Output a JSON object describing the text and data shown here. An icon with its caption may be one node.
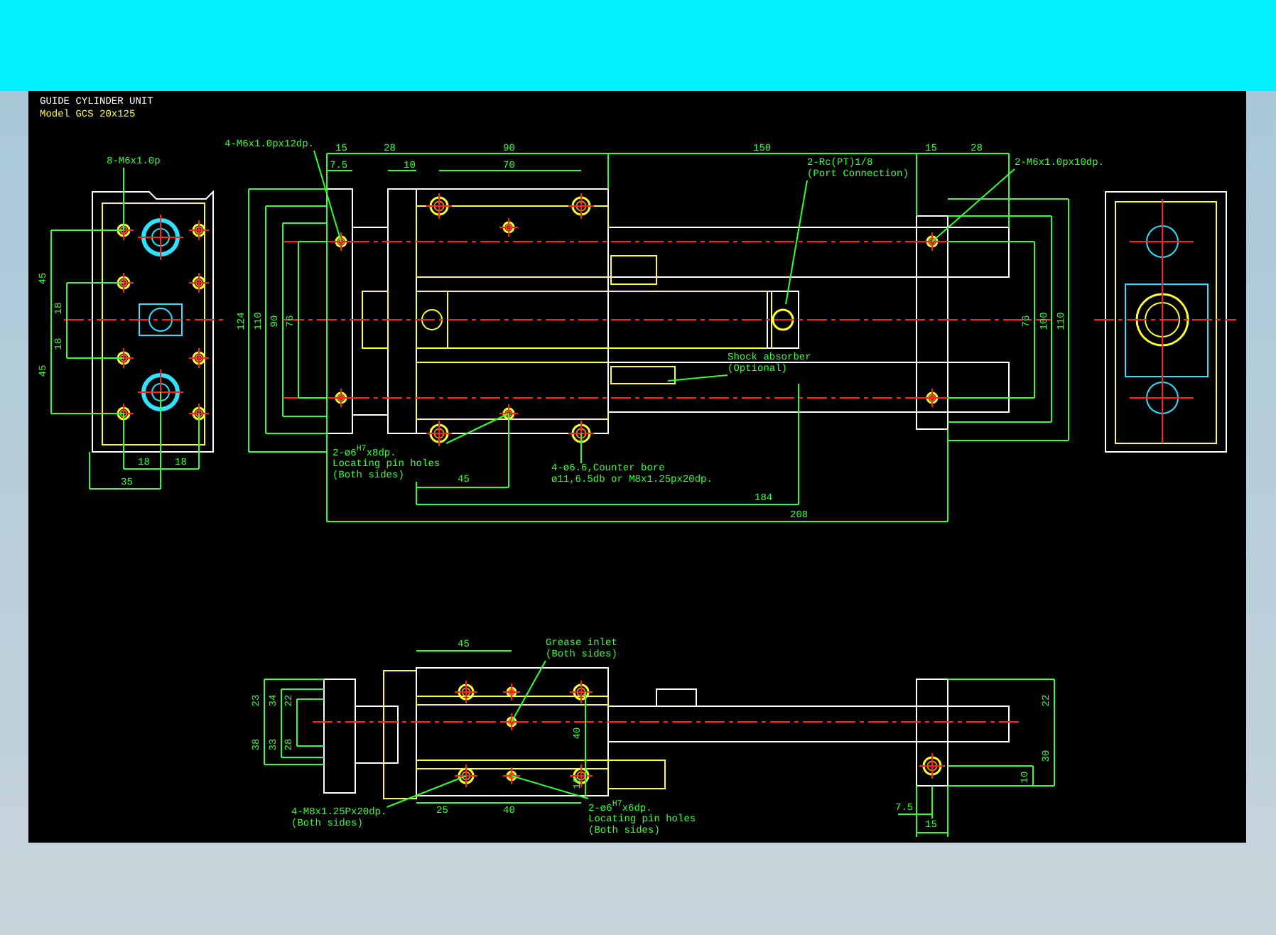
{
  "diagram": {
    "title": "GUIDE CYLINDER UNIT",
    "nodes": [
      {
        "text": [
          "8-M6x1.0p"
        ]
      },
      {
        "text": [
          "4-M6x1.0px12dp."
        ]
      },
      {
        "text": [
          "2-Rc(PT)1/8",
          "(Port Connection)"
        ]
      },
      {
        "text": [
          "2-M6x1.0px10dp."
        ]
      },
      {
        "text": [
          "Shock absorber",
          "(Optional)"
        ]
      },
      {
        "text": [
          "2-ø6$^{H7}$x8dp.",
          "Locating pin holes (Both sides)"
        ]
      },
      {
        "text": [
          "4-ø6.6,Counter bore",
          "ø11,6.5db or M8x1.25px20dp."
        ]
      },
      {
        "text": [
          "Grease inlet",
          "(Both sides)"
        ]
      },
      {
        "text": [
          "4-M8x1.25Px20dp.",
          "(Both sides)"
        ]
      },
      {
        "text": [
          "2-ø6$^{H7}$x6dp.",
          "Locating pin holes",
          "(Both sides)"
        ]
      }
    ],
    "edges": [
      {
        "from": 0,
        "to": null,
        "arrow": "none"
      },
      {
        "from": 1,
        "to": null,
        "arrow": "none"
      },
      {
        "from": 2,
        "to": null,
        "arrow": "none"
      },
      {
        "from": 3,
        "to": null,
        "arrow": "none"
      },
      {
        "from": 4,
        "to": null,
        "arrow": "none"
      },
      {
        "from": 5,
        "to": null,
        "arrow": "none"
      },
      {
        "from": 6,
        "to": null,
        "arrow": "none"
      },
      {
        "from": 7,
        "to": null,
        "arrow": "none"
      },
      {
        "from": 8,
        "to": null,
        "arrow": "none"
      },
      {
        "from": 9,
        "to": null,
        "arrow": "none"
      }
    ],
    "labels": [
      "Model GCS 20x125",
      "15",
      "28",
      "7.5",
      "10",
      "90",
      "70",
      "150",
      "15",
      "28",
      "45",
      "18",
      "18",
      "45",
      "18",
      "18",
      "35",
      "124",
      "110",
      "90",
      "76",
      "76",
      "100",
      "110",
      "45",
      "184",
      "208",
      "45",
      "23",
      "34",
      "22",
      "38",
      "33",
      "28",
      "40",
      "10",
      "25",
      "40",
      "22",
      "30",
      "10",
      "7.5",
      "15"
    ]
  }
}
